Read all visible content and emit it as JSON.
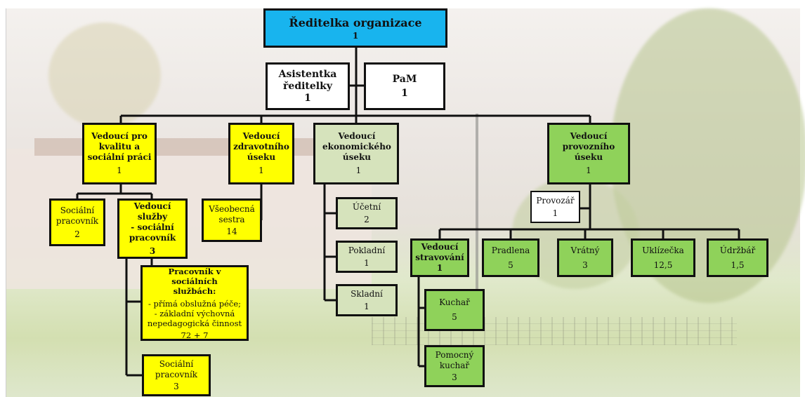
{
  "colors": {
    "director": "#18b4ee",
    "staff": "#ffffff",
    "social_section": "#ffff00",
    "economic_section": "#d6e3bc",
    "operations_section": "#8fd25a",
    "connector": "#101010"
  },
  "nodes": {
    "director": {
      "title": "Ředitelka  organizace",
      "count": "1"
    },
    "assistant": {
      "title": "Asistentka\nředitelky",
      "count": "1"
    },
    "pam": {
      "title": "PaM",
      "count": "1"
    },
    "quality_head": {
      "title": "Vedoucí pro\nkvalitu a\nsociální práci",
      "count": "1"
    },
    "health_head": {
      "title": "Vedoucí\nzdravotního\núseku",
      "count": "1"
    },
    "economic_head": {
      "title": "Vedoucí\nekonomického\núseku",
      "count": "1"
    },
    "operations_head": {
      "title": "Vedoucí\nprovozního\núseku",
      "count": "1"
    },
    "social_worker_a": {
      "title": "Sociální\npracovník",
      "count": "2"
    },
    "service_head": {
      "title": "Vedoucí služby\n- sociální\npracovník",
      "count": "3"
    },
    "care_workers": {
      "title": "Pracovník v sociálních\nslužbách:",
      "details": "- přímá obslužná péče;\n- základní výchovná\nnepedagogická činnost",
      "count": "72 + 7"
    },
    "social_worker_b": {
      "title": "Sociální\npracovník",
      "count": "3"
    },
    "nurse": {
      "title": "Všeobecná\nsestra",
      "count": "14"
    },
    "accountant": {
      "title": "Účetní",
      "count": "2"
    },
    "cashier": {
      "title": "Pokladní",
      "count": "1"
    },
    "storekeeper": {
      "title": "Skladní",
      "count": "1"
    },
    "ops_manager": {
      "title": "Provozář",
      "count": "1"
    },
    "catering_head": {
      "title": "Vedoucí\nstravování",
      "count": "1"
    },
    "laundress": {
      "title": "Pradlena",
      "count": "5"
    },
    "porter": {
      "title": "Vrátný",
      "count": "3"
    },
    "cleaner": {
      "title": "Uklízečka",
      "count": "12,5"
    },
    "maintenance": {
      "title": "Údržbář",
      "count": "1,5"
    },
    "cook": {
      "title": "Kuchař",
      "count": "5"
    },
    "assistant_cook": {
      "title": "Pomocný\nkuchař",
      "count": "3"
    }
  }
}
